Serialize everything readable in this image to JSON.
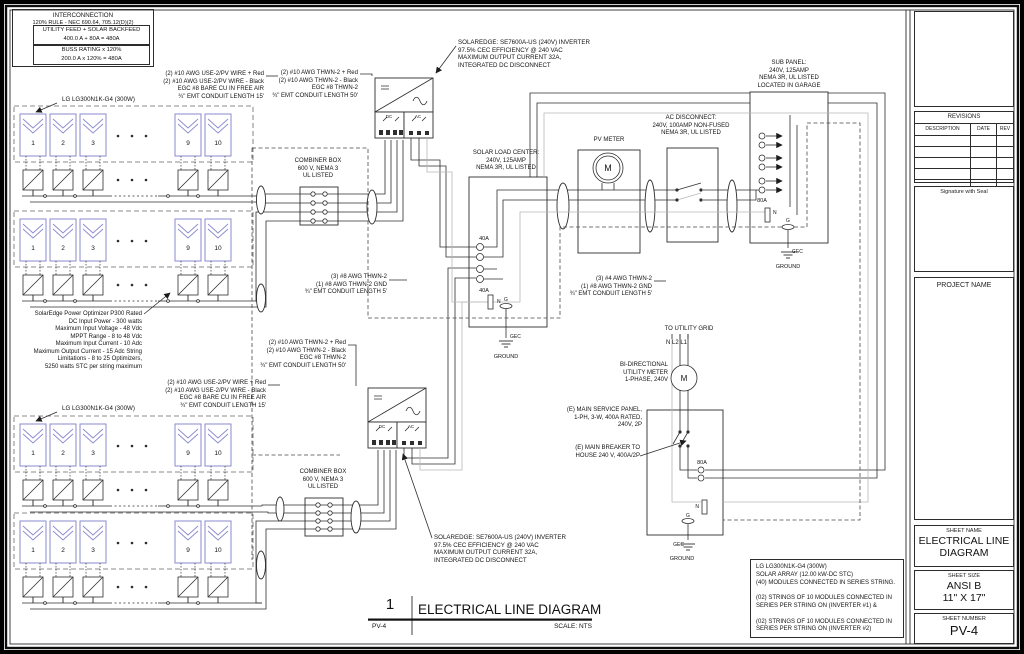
{
  "colors": {
    "line": "#2e2e2e",
    "light": "#b8b8b8",
    "module_blue": "#8a8ace",
    "paper": "#ffffff",
    "frame": "#000000"
  },
  "interconnection": {
    "title": "INTERCONNECTION",
    "rule": "120% RULE - NEC 690.64, 705.12(D)(2)",
    "utility_feed": "UTILITY FEED + SOLAR BACKFEED\n400.0 A + 80A = 480A",
    "buss": "BUSS RATING x 120%\n200.0 A x 120% = 480A"
  },
  "array": {
    "panel_model": "LG LG300N1K-G4 (300W)",
    "module_numbers": [
      "1",
      "2",
      "3",
      "9",
      "10"
    ],
    "optimizer_note": "SolarEdge Power Optimizer P300 Rated\nDC Input Power - 300 watts\nMaximum Input Voltage - 48 Vdc\nMPPT Range - 8 to 48 Vdc\nMaximum Input Current - 10 Adc\nMaximum Output Current - 15 Adc String\nLimitations - 8 to 25 Optimizers,\n5250 watts STC per string maximum"
  },
  "wires": {
    "pv_wire": "(2) #10 AWG USE-2/PV WIRE + Red\n(2) #10 AWG USE-2/PV WIRE - Black\nEGC #8 BARE CU IN FREE AIR\n¾\" EMT CONDUIT LENGTH 15'",
    "inverter_ac": "(2) #10 AWG THWN-2 + Red\n(2) #10 AWG THWN-2 - Black\nEGC #8 THWN-2\n¾\" EMT CONDUIT LENGTH 50'",
    "combiner_out": "(3) #8 AWG THWN-2\n(1) #8 AWG THWN-2 GND\n¾\" EMT CONDUIT LENGTH 5'",
    "meter_out": "(3) #4 AWG THWN-2\n(1) #8 AWG THWN-2 GND\n¾\" EMT CONDUIT LENGTH 5'"
  },
  "combiner_label": "COMBINER BOX\n600 V, NEMA 3\nUL LISTED",
  "inverter": {
    "note": "SOLAREDGE: SE7600A-US (240V) INVERTER\n97.5% CEC EFFICIENCY @ 240 VAC\nMAXIMUM OUTPUT CURRENT 32A,\nINTEGRATED DC DISCONNECT",
    "dc": "DC",
    "ac": "AC"
  },
  "load_center": {
    "label": "SOLAR LOAD CENTER:\n240V, 125AMP\nNEMA 3R, UL LISTED",
    "breaker": "40A",
    "neutral": "N",
    "ground": "G",
    "gec": "GEC",
    "ground_text": "GROUND"
  },
  "pv_meter": {
    "label": "PV METER",
    "m": "M"
  },
  "ac_disconnect": {
    "label": "AC DISCONNECT:\n240V, 100AMP NON-FUSED\nNEMA 3R, UL LISTED"
  },
  "sub_panel": {
    "label": "SUB PANEL:\n240V, 125AMP\nNEMA 3R, UL LISTED\nLOCATED IN GARAGE",
    "breaker": "80A",
    "neutral": "N",
    "ground": "G",
    "gec": "GEC",
    "ground_text": "GROUND"
  },
  "utility": {
    "grid": "TO UTILITY GRID",
    "conductors": "N L2 L1",
    "meter": "BI-DIRECTIONAL\nUTILITY METER\n1-PHASE, 240V",
    "m": "M"
  },
  "main_panel": {
    "label": "(E) MAIN SERVICE PANEL,\n1-PH, 3-W, 400A RATED,\n240V, 2P",
    "breaker_note": "(E) MAIN BREAKER TO\nHOUSE 240 V, 400A/2P",
    "backfeed_breaker": "80A",
    "neutral": "N",
    "ground": "G",
    "gec": "GEC",
    "ground_text": "GROUND"
  },
  "notes": "LG LG300N1K-G4 (300W)\nSOLAR ARRAY (12.00 kW-DC STC)\n(40) MODULES CONNECTED IN SERIES STRING.\n\n(02) STRINGS OF 10 MODULES CONNECTED IN\nSERIES PER STRING ON (INVERTER #1) &\n\n(02) STRINGS OF 10 MODULES CONNECTED IN\nSERIES PER STRING ON (INVERTER #2)",
  "sheet_title": {
    "number": "1",
    "name": "ELECTRICAL LINE DIAGRAM",
    "ref": "PV-4",
    "scale": "SCALE: NTS"
  },
  "title_block": {
    "revisions": "REVISIONS",
    "col_description": "DESCRIPTION",
    "col_date": "DATE",
    "col_rev": "REV",
    "signature": "Signature with Seal",
    "project": "PROJECT NAME",
    "sheet_name_label": "SHEET NAME",
    "sheet_name": "ELECTRICAL LINE DIAGRAM",
    "sheet_size_label": "SHEET SIZE",
    "sheet_size": "ANSI B",
    "sheet_dims": "11\" X 17\"",
    "sheet_number_label": "SHEET NUMBER",
    "sheet_number": "PV-4"
  }
}
